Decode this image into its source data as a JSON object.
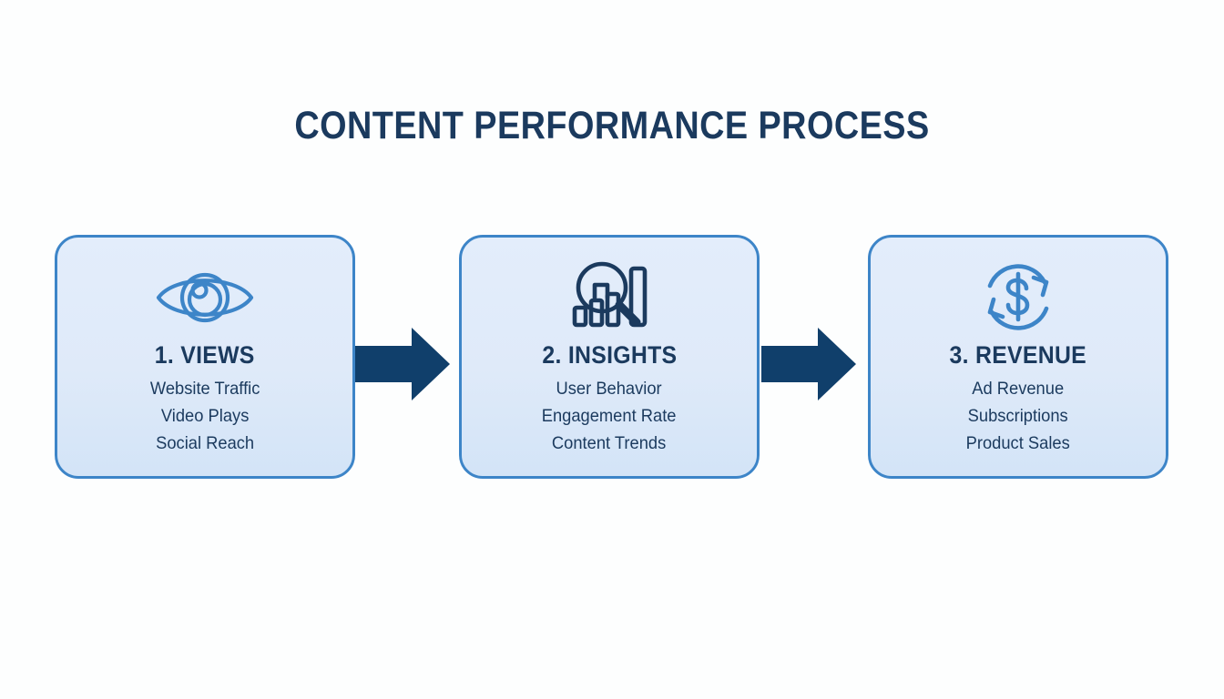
{
  "slide": {
    "title": "CONTENT PERFORMANCE PROCESS",
    "background_color": "#fdfefe",
    "navy": "#1b3a5e",
    "blue": "#3d85c8",
    "card_fill": "#dfeaf9"
  },
  "steps": [
    {
      "icon": "eye-icon",
      "icon_color": "#3d85c8",
      "heading": "1. VIEWS",
      "lines": [
        "Website Traffic",
        "Video Plays",
        "Social Reach"
      ]
    },
    {
      "icon": "magnifier-bar-chart-icon",
      "icon_color": "#1b3a5e",
      "heading": "2. INSIGHTS",
      "lines": [
        "User Behavior",
        "Engagement Rate",
        "Content Trends"
      ]
    },
    {
      "icon": "dollar-cycle-icon",
      "icon_color": "#3d85c8",
      "heading": "3. REVENUE",
      "lines": [
        "Ad Revenue",
        "Subscriptions",
        "Product Sales"
      ]
    }
  ],
  "connectors": [
    {
      "icon": "right-arrow-icon",
      "color": "#103f6b"
    },
    {
      "icon": "right-arrow-icon",
      "color": "#103f6b"
    }
  ]
}
